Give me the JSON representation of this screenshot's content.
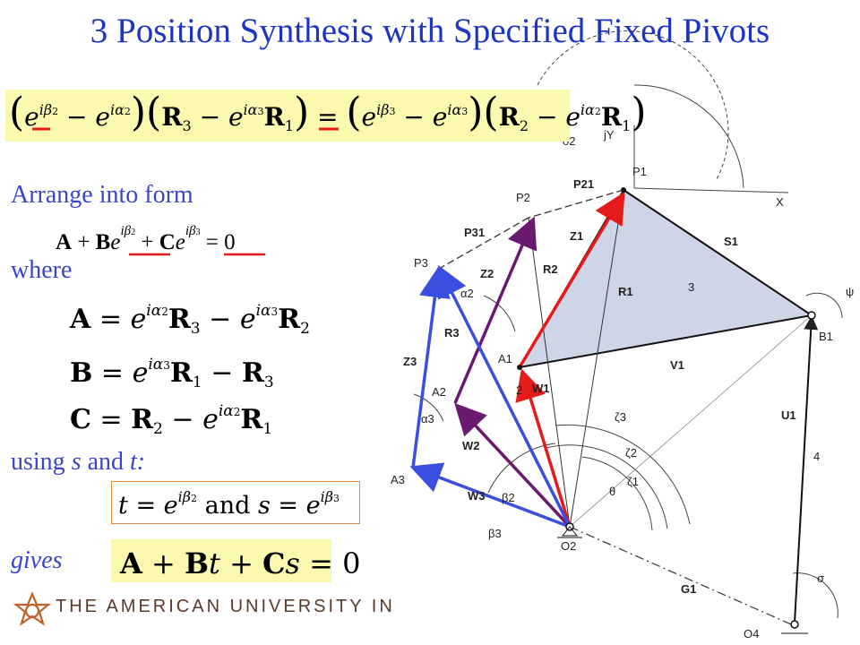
{
  "title": "3 Position Synthesis with Specified Fixed Pivots",
  "main_equation": "(e^{iβ2} − e^{iα2})(R3 − e^{iα3}R1) = (e^{iβ3} − e^{iα3})(R2 − e^{iα2}R1)",
  "arrange_text": "Arrange into form",
  "form_equation": "A + Be^{iβ2} + Ce^{iβ3} = 0",
  "where_text": "where",
  "definitions": {
    "A": "A = e^{iα2}R3 − e^{iα3}R2",
    "B": "B = e^{iα3}R1 − R3",
    "C": "C = R2 − e^{iα2}R1"
  },
  "using_text": "using s and t:",
  "substitution": "t = e^{iβ2} and s = e^{iβ3}",
  "gives_text": "gives",
  "result_equation": "A + Bt + Cs = 0",
  "footer": {
    "institution": "THE AMERICAN UNIVERSITY IN"
  },
  "diagram_labels": {
    "P1": "P1",
    "P2": "P2",
    "P3": "P3",
    "P21": "P21",
    "P31": "P31",
    "A1": "A1",
    "A2": "A2",
    "A3": "A3",
    "B1": "B1",
    "O2": "O2",
    "O4": "O4",
    "S1": "S1",
    "V1": "V1",
    "U1": "U1",
    "G1": "G1",
    "R1": "R1",
    "R2": "R2",
    "R3": "R3",
    "Z1": "Z1",
    "Z2": "Z2",
    "Z3": "Z3",
    "W1": "W1",
    "W2": "W2",
    "W3": "W3",
    "alpha2": "α2",
    "alpha3": "α3",
    "beta2": "β2",
    "beta3": "β3",
    "zeta1": "ζ1",
    "zeta2": "ζ2",
    "zeta3": "ζ3",
    "theta": "θ",
    "psi": "ψ",
    "sigma": "σ",
    "delta2": "δ2",
    "jY": "jY",
    "X": "X",
    "link2": "2",
    "link3": "3",
    "link4": "4"
  },
  "colors": {
    "title": "#1d35c4",
    "text": "#3b45c8",
    "red": "#e41b1b",
    "purple": "#6a1a6e",
    "blue": "#3a4fe0",
    "highlight": "#fbf8b0"
  }
}
